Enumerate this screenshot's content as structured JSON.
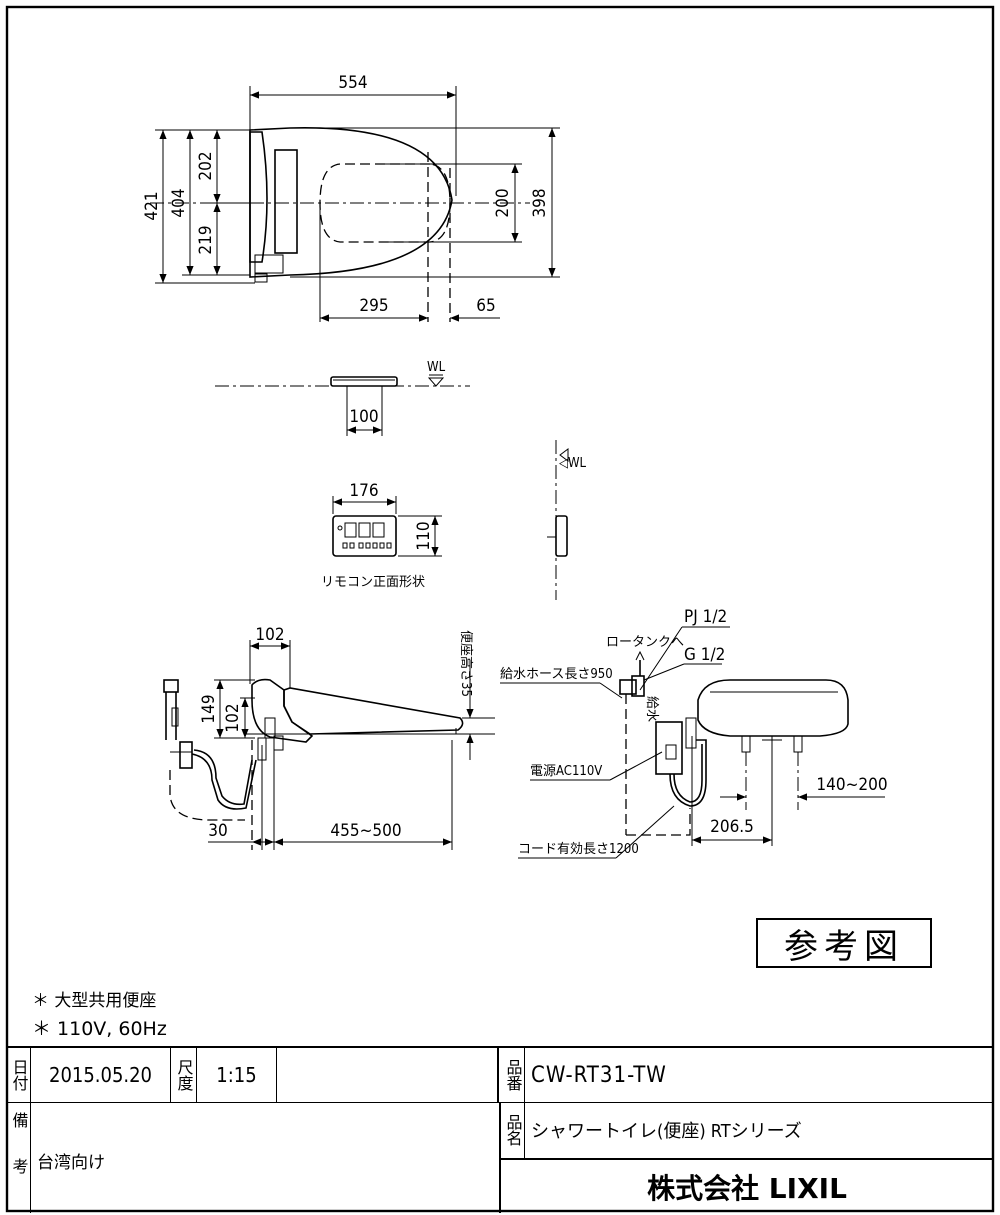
{
  "dimensions": {
    "top_width": "554",
    "h_421": "421",
    "h_404": "404",
    "h_202": "202",
    "h_219": "219",
    "h_200": "200",
    "h_398": "398",
    "w_295": "295",
    "w_65": "65",
    "wl_100": "100",
    "remote_176": "176",
    "remote_110": "110",
    "side_102_top": "102",
    "side_149": "149",
    "side_102": "102",
    "side_30": "30",
    "side_455_500": "455~500",
    "rear_206_5": "206.5",
    "rear_140_200": "140~200"
  },
  "labels": {
    "wl_1": "WL",
    "wl_2": "◁WL",
    "remote_caption": "リモコン正面形状",
    "seat_height": "便座高さ35",
    "pj": "PJ 1/2",
    "low_tank": "ロータンクへ",
    "g": "G 1/2",
    "supply_hose": "給水ホース長さ950",
    "supply": "給水",
    "power": "電源AC110V",
    "cord": "コード有効長さ1200"
  },
  "stamp": "参考図",
  "notes": [
    "＊ 大型共用便座",
    "＊ 110V, 60Hz"
  ],
  "title_block": {
    "date_label": "日付",
    "date": "2015.05.20",
    "scale_label": "尺度",
    "scale": "1:15",
    "part_no_label": "品番",
    "part_no": "CW-RT31-TW",
    "remarks_label": "備考",
    "remarks": "台湾向け",
    "product_name_label": "品名",
    "product_name": "シャワートイレ(便座) RTシリーズ",
    "company": "株式会社 LIXIL"
  }
}
